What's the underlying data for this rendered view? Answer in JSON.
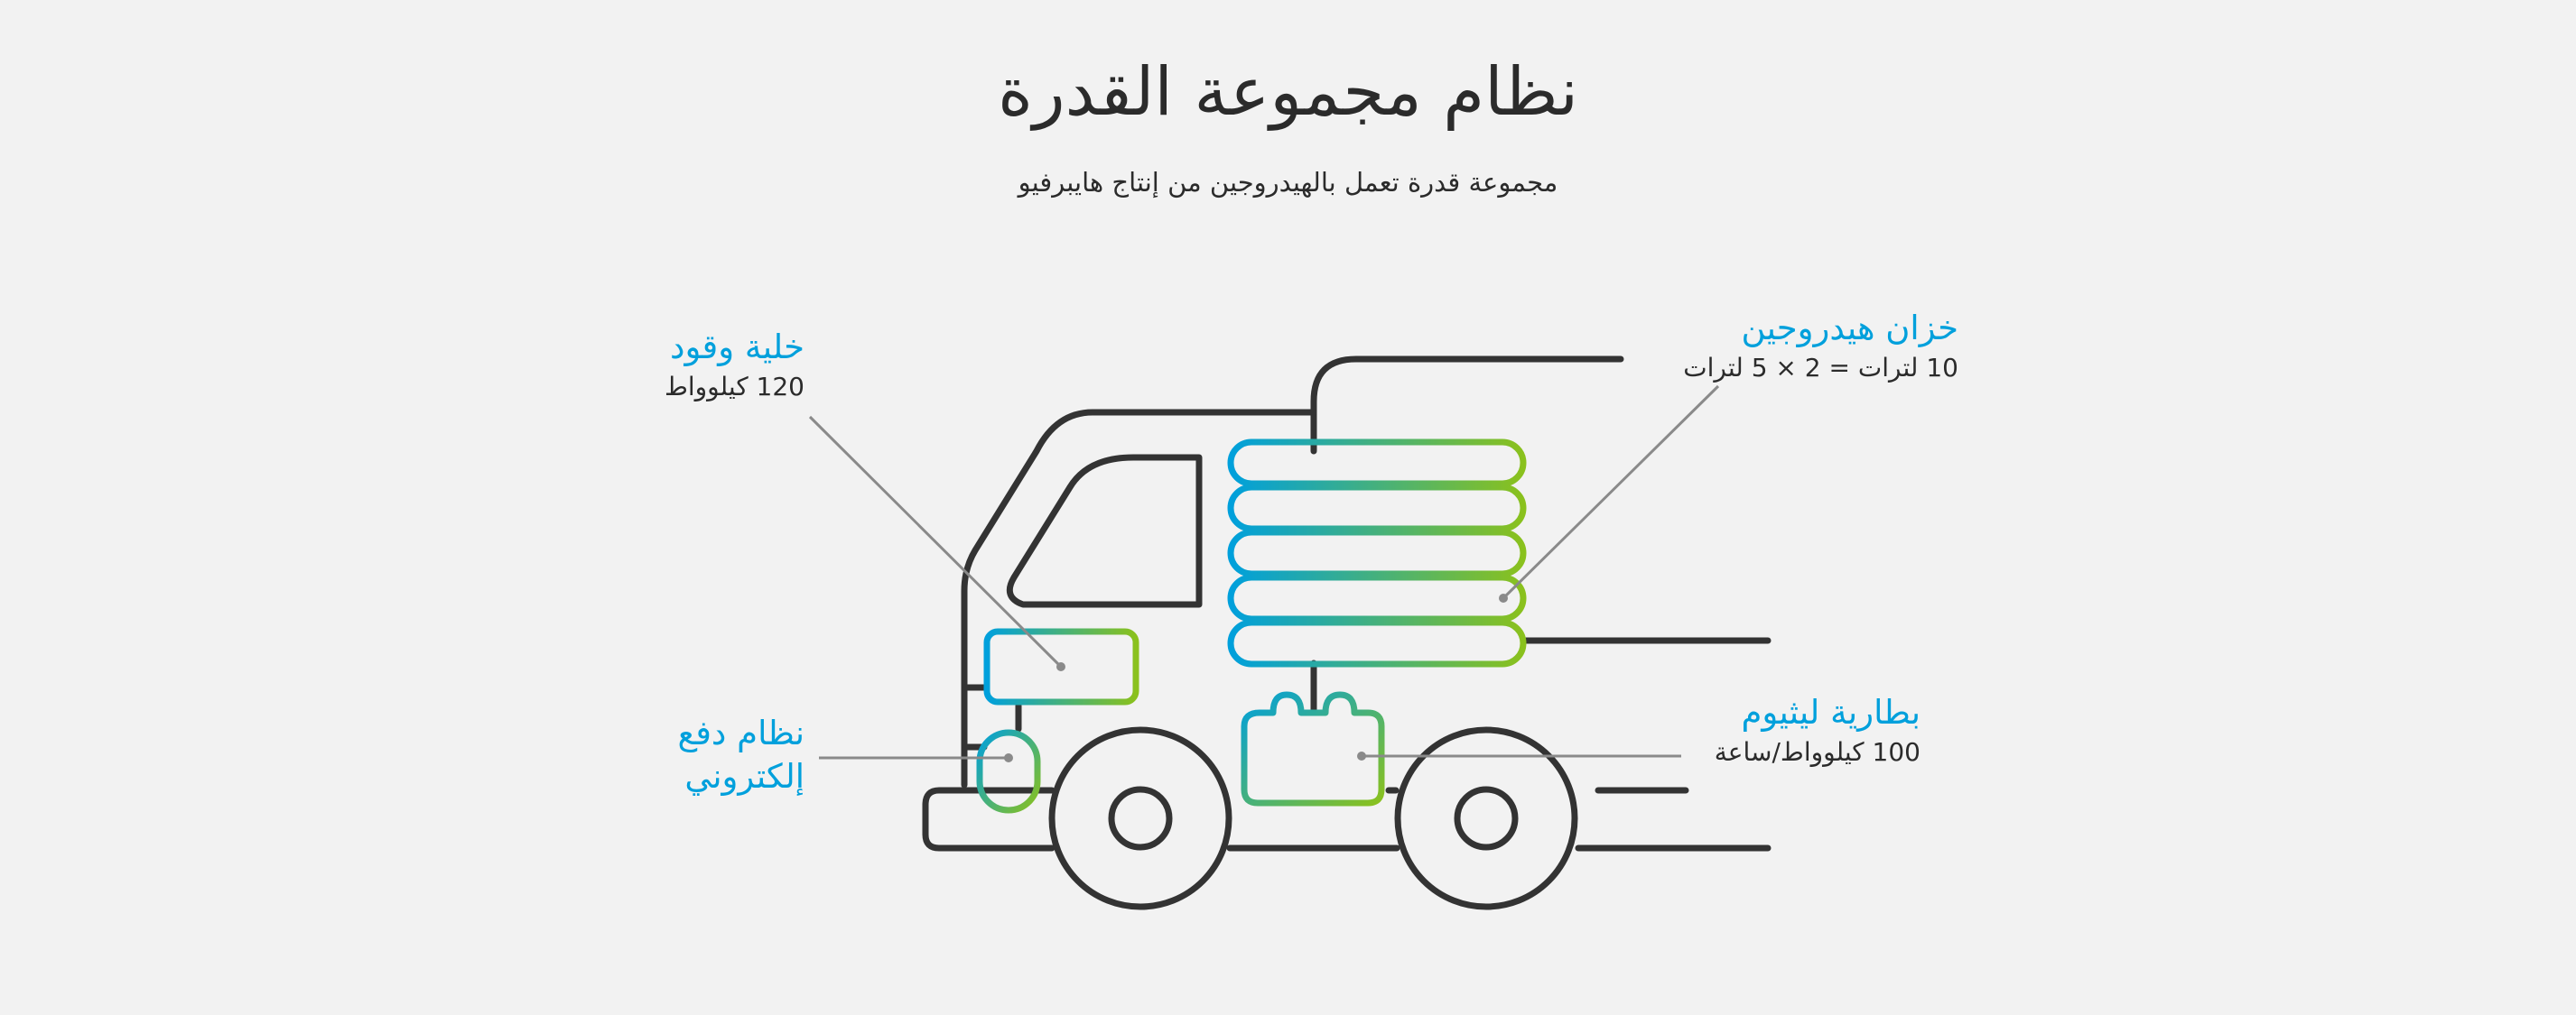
{
  "header": {
    "title": "نظام مجموعة القدرة",
    "subtitle": "مجموعة قدرة تعمل بالهيدروجين من إنتاج هايبرفيو"
  },
  "colors": {
    "outline": "#333333",
    "leader": "#8a8a8a",
    "accent_blue": "#00a0dc",
    "accent_green": "#8ac11d",
    "label_blue": "#00a0dc",
    "text": "#2b2b2b",
    "background": "#f2f2f2"
  },
  "components": {
    "hydrogen_tank": {
      "name": "خزان هيدروجين",
      "spec": "10 لترات = 2 × 5 لترات"
    },
    "fuel_cell": {
      "name": "خلية وقود",
      "spec": "120 كيلوواط"
    },
    "electric_drive": {
      "name_line1": "نظام دفع",
      "name_line2": "إلكتروني"
    },
    "lithium_battery": {
      "name": "بطارية ليثيوم",
      "spec": "100 كيلوواط/ساعة"
    }
  }
}
